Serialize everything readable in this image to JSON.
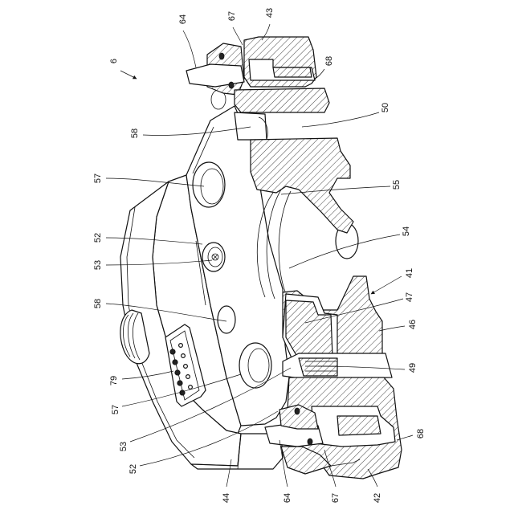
{
  "figure_ref": "6",
  "labels": {
    "l64_top": "64",
    "l67_top": "67",
    "l43": "43",
    "l68_top": "68",
    "l50": "50",
    "l58_top": "58",
    "l57_top": "57",
    "l55": "55",
    "l52_top": "52",
    "l54": "54",
    "l53_top": "53",
    "l41": "41",
    "l58_mid": "58",
    "l47": "47",
    "l46": "46",
    "l79": "79",
    "l49": "49",
    "l57_bot": "57",
    "l53_bot": "53",
    "l68_bot": "68",
    "l52_bot": "52",
    "l44": "44",
    "l64_bot": "64",
    "l67_bot": "67",
    "l42": "42"
  }
}
